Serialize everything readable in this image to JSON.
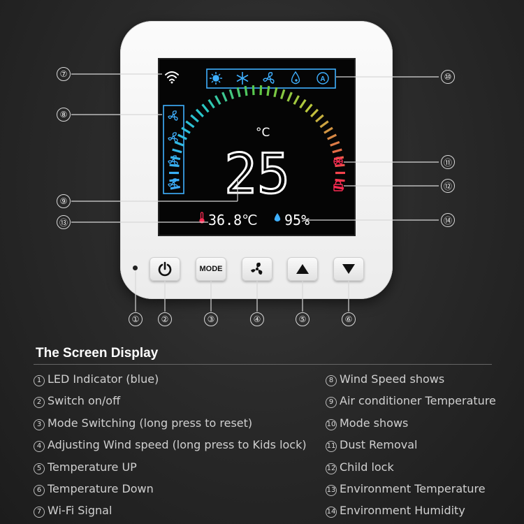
{
  "device": {
    "screen": {
      "set_temperature": "25",
      "temperature_unit": "°C",
      "env_temperature": "36.8℃",
      "env_humidity": "95%"
    },
    "buttons": {
      "mode_label": "MODE"
    }
  },
  "callouts": [
    "①",
    "②",
    "③",
    "④",
    "⑤",
    "⑥",
    "⑦",
    "⑧",
    "⑨",
    "⑩",
    "⑪",
    "⑫",
    "⑬",
    "⑭"
  ],
  "legend": {
    "title": "The Screen Display",
    "left": [
      {
        "num": "1",
        "text": "LED Indicator (blue)"
      },
      {
        "num": "2",
        "text": "Switch on/off"
      },
      {
        "num": "3",
        "text": "Mode Switching (long press to reset)"
      },
      {
        "num": "4",
        "text": "Adjusting Wind speed (long press to Kids lock)"
      },
      {
        "num": "5",
        "text": "Temperature UP"
      },
      {
        "num": "6",
        "text": "Temperature Down"
      },
      {
        "num": "7",
        "text": "Wi-Fi Signal"
      }
    ],
    "right": [
      {
        "num": "8",
        "text": "Wind Speed shows"
      },
      {
        "num": "9",
        "text": "Air conditioner Temperature"
      },
      {
        "num": "10",
        "text": "Mode shows"
      },
      {
        "num": "11",
        "text": "Dust Removal"
      },
      {
        "num": "12",
        "text": "Child lock"
      },
      {
        "num": "13",
        "text": "Environment Temperature"
      },
      {
        "num": "14",
        "text": "Environment Humidity"
      }
    ]
  },
  "colors": {
    "background": "#262626",
    "screen": "#050505",
    "accent_blue": "#3fb0ff",
    "red": "#ff2d55",
    "green": "#5ad04a"
  }
}
